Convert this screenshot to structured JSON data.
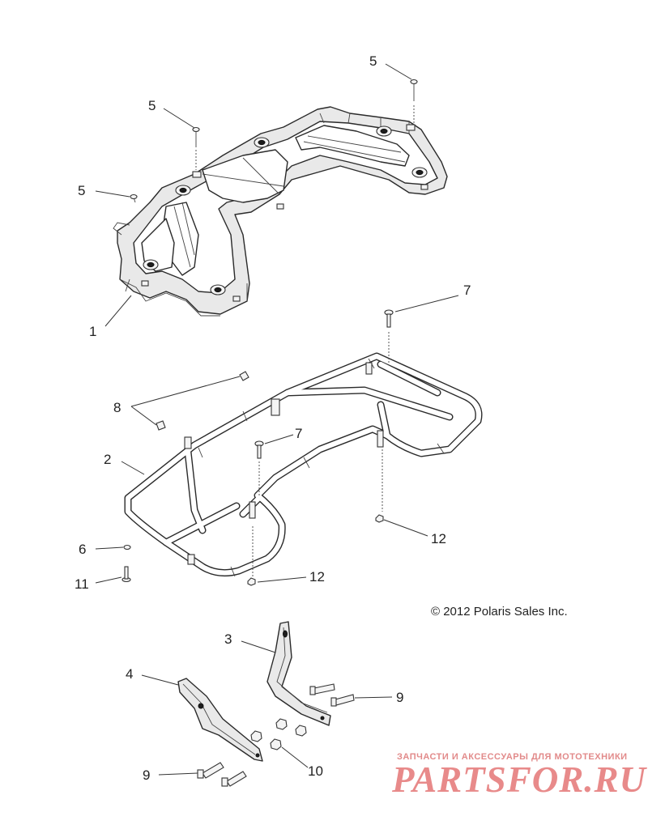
{
  "callouts": {
    "c1": "1",
    "c2": "2",
    "c3": "3",
    "c4": "4",
    "c5a": "5",
    "c5b": "5",
    "c5c": "5",
    "c6": "6",
    "c7a": "7",
    "c7b": "7",
    "c8": "8",
    "c9a": "9",
    "c9b": "9",
    "c10": "10",
    "c11": "11",
    "c12a": "12",
    "c12b": "12"
  },
  "copyright": "© 2012 Polaris Sales Inc.",
  "watermark": {
    "tagline": "ЗАПЧАСТИ И АКСЕССУАРЫ ДЛЯ МОТОТЕХНИКИ",
    "logo": "PARTSFOR.RU"
  },
  "colors": {
    "line": "#2a2a2a",
    "watermark": "#e88a8a"
  }
}
